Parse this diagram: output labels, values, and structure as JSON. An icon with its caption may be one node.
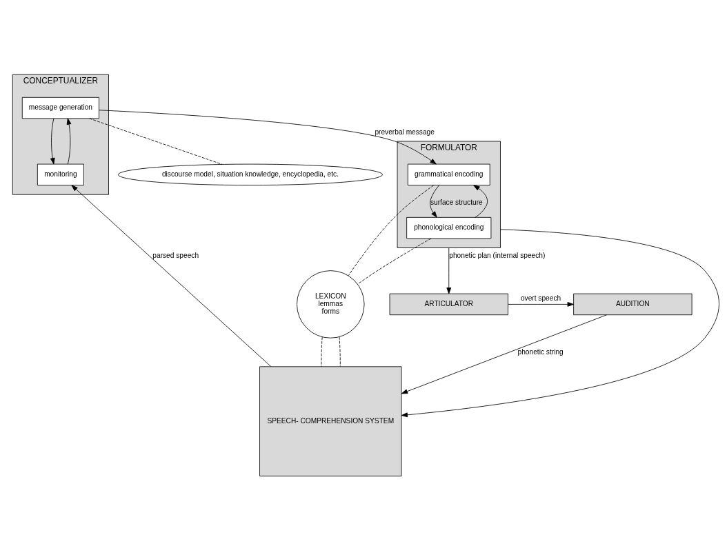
{
  "diagram": {
    "nodes": [
      {
        "text": [
          "CONCEPTUALIZER"
        ]
      },
      {
        "text": [
          "message generation"
        ],
        "in": 0
      },
      {
        "text": [
          "monitoring"
        ],
        "in": 0
      },
      {
        "text": [
          "discourse model, situation knowledge, encyclopedia, etc."
        ]
      },
      {
        "text": [
          "FORMULATOR"
        ]
      },
      {
        "text": [
          "grammatical encoding"
        ],
        "in": 4
      },
      {
        "text": [
          "phonological encoding"
        ],
        "in": 4
      },
      {
        "text": [
          "LEXICON",
          "lemmas",
          "forms"
        ]
      },
      {
        "text": [
          "SPEECH- COMPREHENSION SYSTEM"
        ]
      },
      {
        "text": [
          "ARTICULATOR"
        ]
      },
      {
        "text": [
          "AUDITION"
        ]
      }
    ],
    "edges": [
      {
        "from": 1,
        "to": 2,
        "arrow": "to"
      },
      {
        "from": 2,
        "to": 1,
        "arrow": "to"
      },
      {
        "from": 1,
        "to": 3,
        "arrow": "none",
        "style": "dashed"
      },
      {
        "from": 8,
        "to": 2,
        "arrow": "to",
        "label": "parsed speech"
      },
      {
        "from": 1,
        "to": 5,
        "arrow": "to",
        "label": "preverbal message"
      },
      {
        "from": 5,
        "to": 6,
        "arrow": "to",
        "label": "surface structure"
      },
      {
        "from": 6,
        "to": 5,
        "arrow": "to"
      },
      {
        "from": 5,
        "to": 7,
        "arrow": "none",
        "style": "dashed"
      },
      {
        "from": 7,
        "to": 8,
        "arrow": "none",
        "style": "dashed"
      },
      {
        "from": 6,
        "to": 7,
        "arrow": "none",
        "style": "dashed"
      },
      {
        "from": 7,
        "to": 8,
        "arrow": "none",
        "style": "dashed"
      },
      {
        "from": 4,
        "to": 9,
        "arrow": "to",
        "label": "phonetic plan (internal speech)"
      },
      {
        "from": 4,
        "to": 8,
        "arrow": "to"
      },
      {
        "from": 10,
        "to": 8,
        "arrow": "to",
        "label": "phonetic string"
      },
      {
        "from": 9,
        "to": 10,
        "arrow": "to",
        "label": "overt speech"
      }
    ]
  }
}
